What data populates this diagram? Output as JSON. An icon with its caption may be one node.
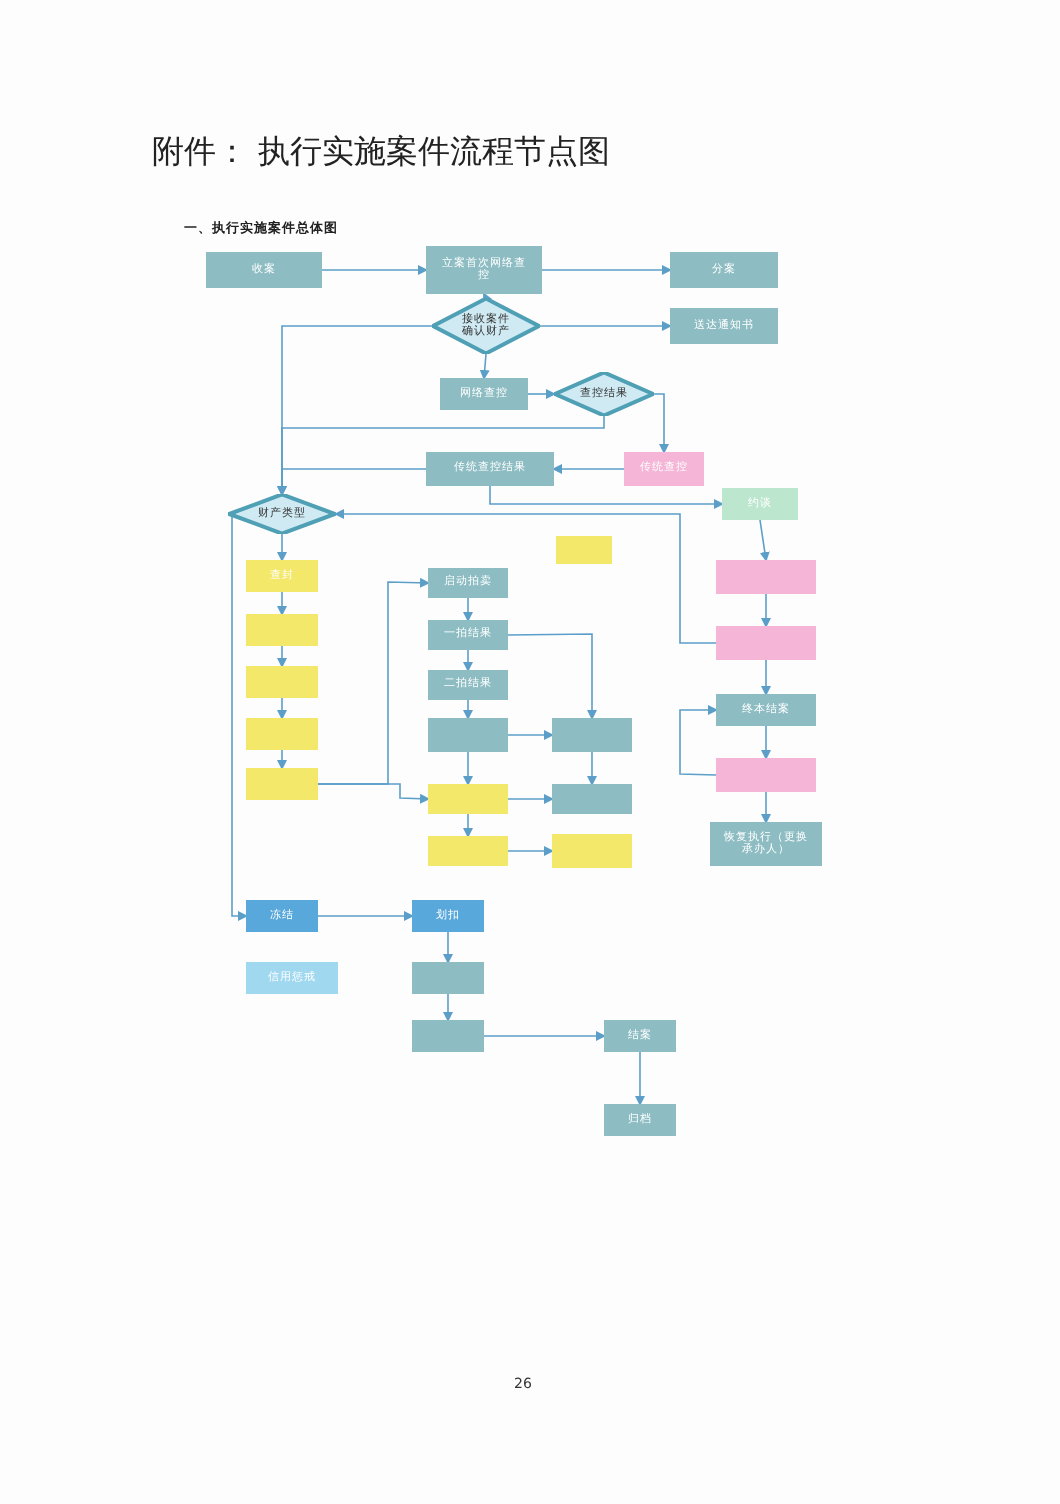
{
  "diagram": {
    "title": "附件： 执行实施案件流程节点图",
    "nodes": [
      {
        "text": [
          "收案"
        ]
      },
      {
        "text": [
          "立案首次网络查控"
        ]
      },
      {
        "text": [
          "分案"
        ]
      },
      {
        "text": [
          "接收案件确认财产"
        ]
      },
      {
        "text": [
          "送达通知书"
        ]
      },
      {
        "text": [
          "网络查控"
        ]
      },
      {
        "text": [
          "查控结果"
        ]
      },
      {
        "text": [
          "传统查控结果"
        ]
      },
      {
        "text": [
          "传统查控"
        ]
      },
      {
        "text": [
          "约谈"
        ]
      },
      {
        "text": [
          "财产类型"
        ]
      },
      {
        "text": [
          "查封"
        ]
      },
      {
        "text": [],
        "shape": "box"
      },
      {
        "text": [],
        "shape": "box"
      },
      {
        "text": [],
        "shape": "box"
      },
      {
        "text": [],
        "shape": "box"
      },
      {
        "text": [],
        "shape": "box"
      },
      {
        "text": [
          "启动拍卖"
        ]
      },
      {
        "text": [
          "一拍结果"
        ]
      },
      {
        "text": [
          "二拍结果"
        ]
      },
      {
        "text": [],
        "shape": "box"
      },
      {
        "text": [],
        "shape": "box"
      },
      {
        "text": [],
        "shape": "box"
      },
      {
        "text": [],
        "shape": "box"
      },
      {
        "text": [],
        "shape": "box"
      },
      {
        "text": [],
        "shape": "box"
      },
      {
        "text": [],
        "shape": "box"
      },
      {
        "text": [],
        "shape": "box"
      },
      {
        "text": [
          "终本结案"
        ]
      },
      {
        "text": [],
        "shape": "box"
      },
      {
        "text": [
          "恢复执行（更换承办人）"
        ]
      },
      {
        "text": [
          "冻结"
        ]
      },
      {
        "text": [
          "划扣"
        ]
      },
      {
        "text": [
          "信用惩戒"
        ]
      },
      {
        "text": [],
        "shape": "box"
      },
      {
        "text": [],
        "shape": "box"
      },
      {
        "text": [
          "结案"
        ]
      },
      {
        "text": [
          "归档"
        ]
      }
    ],
    "edges": [
      {
        "from": 0,
        "to": 1,
        "arrow": "to"
      },
      {
        "from": 1,
        "to": 2,
        "arrow": "to"
      },
      {
        "from": 3,
        "to": 1,
        "arrow": "to"
      },
      {
        "from": 3,
        "to": 4,
        "arrow": "to"
      },
      {
        "from": 3,
        "to": 10,
        "arrow": "to"
      },
      {
        "from": 3,
        "to": 5,
        "arrow": "to"
      },
      {
        "from": 5,
        "to": 6,
        "arrow": "to"
      },
      {
        "from": 6,
        "to": 10,
        "arrow": "to"
      },
      {
        "from": 6,
        "to": 8,
        "arrow": "to"
      },
      {
        "from": 8,
        "to": 7,
        "arrow": "to"
      },
      {
        "from": 7,
        "to": 10,
        "arrow": "to"
      },
      {
        "from": 7,
        "to": 9,
        "arrow": "to"
      },
      {
        "from": 9,
        "to": 26,
        "arrow": "to"
      },
      {
        "from": 26,
        "to": 27,
        "arrow": "to"
      },
      {
        "from": 27,
        "to": 10,
        "arrow": "to"
      },
      {
        "from": 27,
        "to": 28,
        "arrow": "to"
      },
      {
        "from": 28,
        "to": 29,
        "arrow": "to"
      },
      {
        "from": 29,
        "to": 28,
        "arrow": "to"
      },
      {
        "from": 29,
        "to": 30,
        "arrow": "to"
      },
      {
        "from": 10,
        "to": 11,
        "arrow": "to"
      },
      {
        "from": 11,
        "to": 12,
        "arrow": "to"
      },
      {
        "from": 12,
        "to": 13,
        "arrow": "to"
      },
      {
        "from": 13,
        "to": 14,
        "arrow": "to"
      },
      {
        "from": 14,
        "to": 15,
        "arrow": "to"
      },
      {
        "from": 15,
        "to": 17,
        "arrow": "to"
      },
      {
        "from": 15,
        "to": 22,
        "arrow": "to"
      },
      {
        "from": 17,
        "to": 18,
        "arrow": "to"
      },
      {
        "from": 18,
        "to": 19,
        "arrow": "to"
      },
      {
        "from": 18,
        "to": 21,
        "arrow": "to"
      },
      {
        "from": 19,
        "to": 20,
        "arrow": "to"
      },
      {
        "from": 20,
        "to": 21,
        "arrow": "to"
      },
      {
        "from": 20,
        "to": 22,
        "arrow": "to"
      },
      {
        "from": 21,
        "to": 23,
        "arrow": "to"
      },
      {
        "from": 22,
        "to": 23,
        "arrow": "to"
      },
      {
        "from": 22,
        "to": 24,
        "arrow": "to"
      },
      {
        "from": 24,
        "to": 25,
        "arrow": "to"
      },
      {
        "from": 10,
        "to": 31,
        "arrow": "to"
      },
      {
        "from": 31,
        "to": 32,
        "arrow": "to"
      },
      {
        "from": 32,
        "to": 34,
        "arrow": "to"
      },
      {
        "from": 34,
        "to": 35,
        "arrow": "to"
      },
      {
        "from": 35,
        "to": 36,
        "arrow": "to"
      },
      {
        "from": 36,
        "to": 37,
        "arrow": "to"
      }
    ],
    "labels": [
      "一、执行实施案件总体图",
      "26"
    ]
  }
}
